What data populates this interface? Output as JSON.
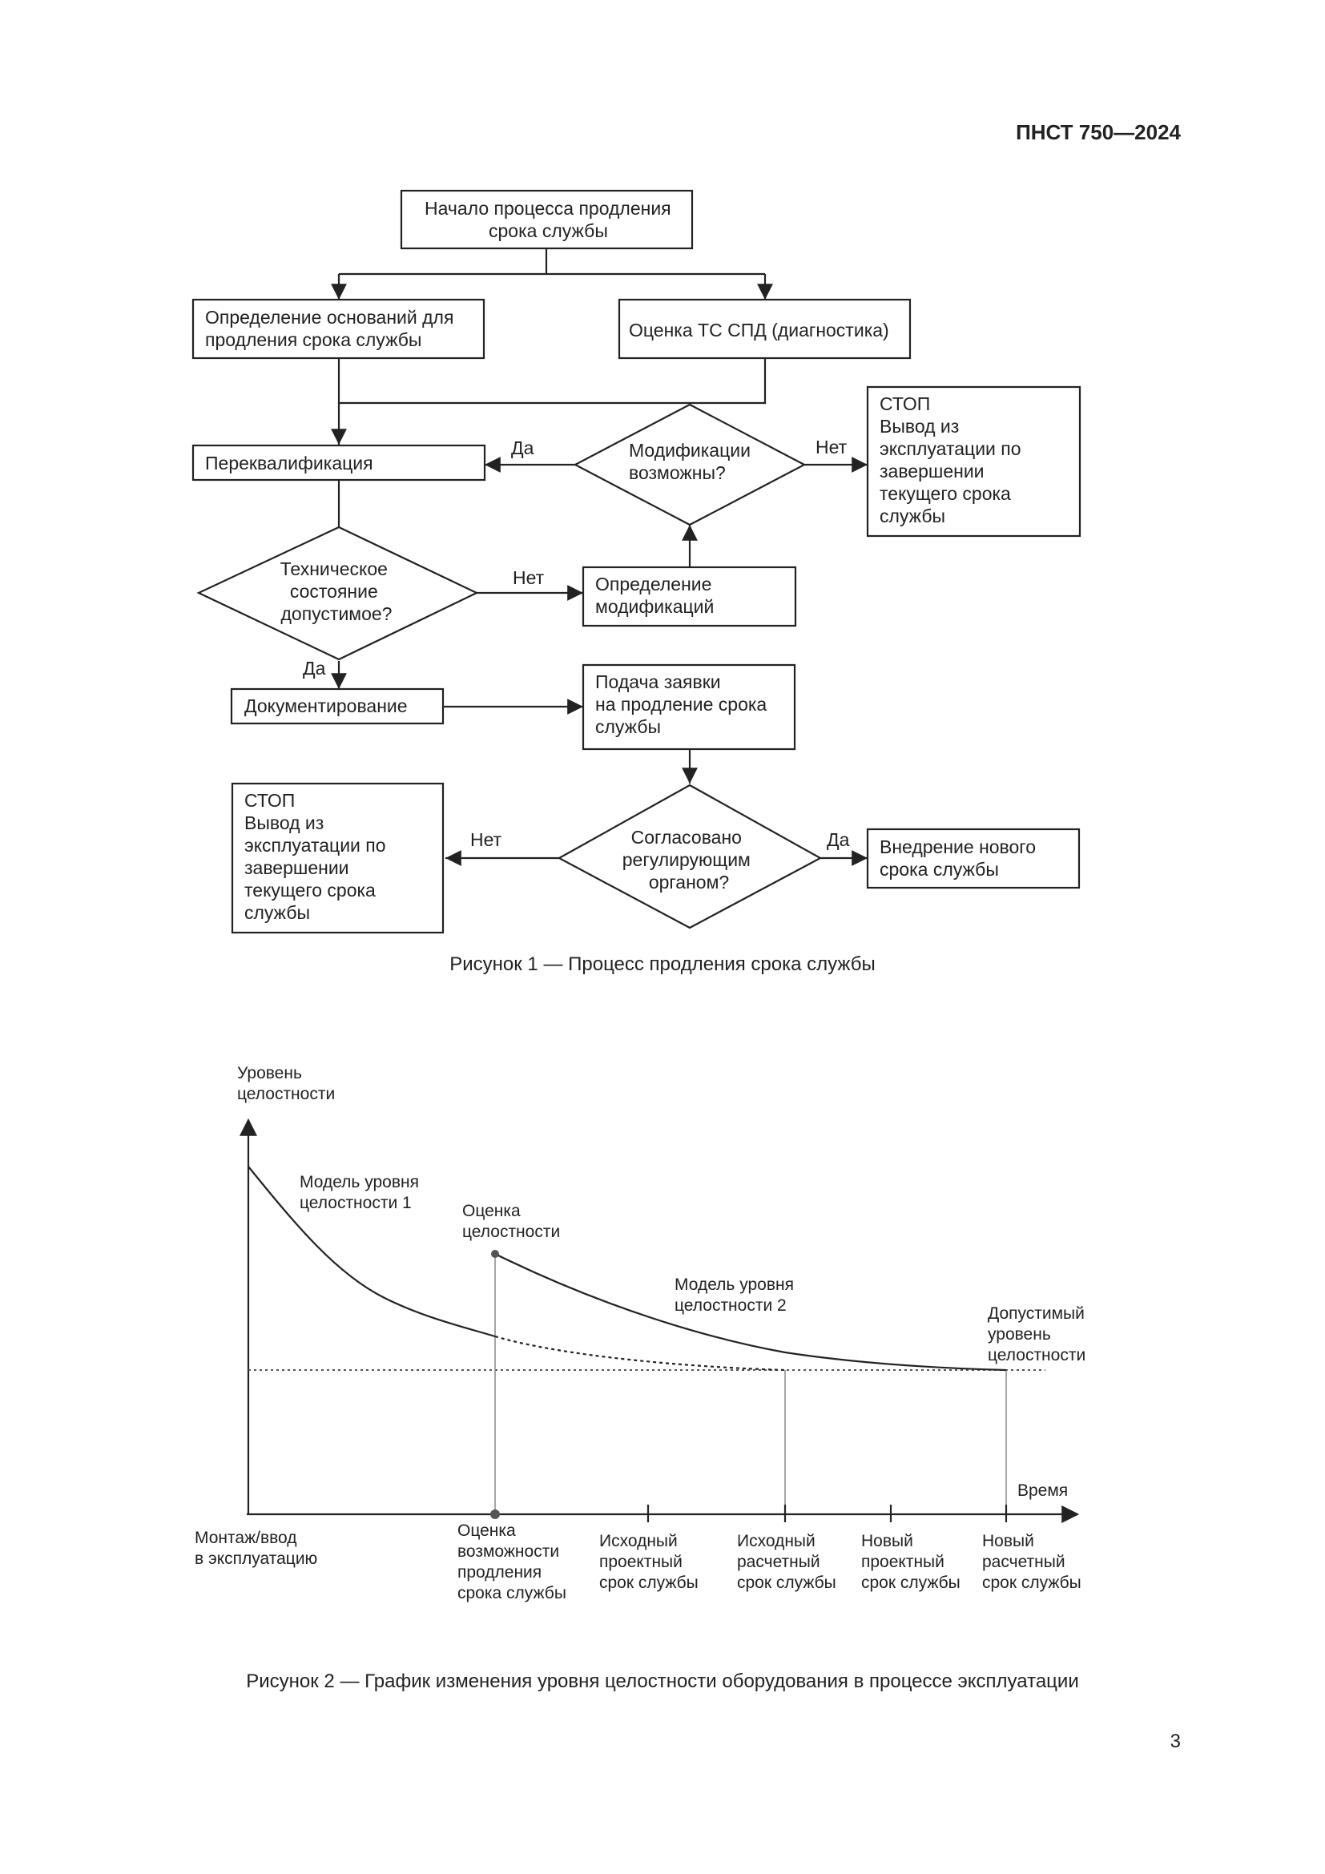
{
  "header": {
    "doc_id": "ПНСТ 750—2024"
  },
  "flowchart": {
    "start": [
      "Начало процесса продления",
      "срока службы"
    ],
    "grounds": [
      "Определение оснований для",
      "продления срока службы"
    ],
    "assess": "Оценка ТС СПД (диагностика)",
    "requal": "Переквалификация",
    "mods_q": [
      "Модификации",
      "возможны?"
    ],
    "stop1": [
      "СТОП",
      "Вывод из",
      "эксплуатации по",
      "завершении",
      "текущего срока",
      "службы"
    ],
    "tech_q": [
      "Техническое",
      "состояние",
      "допустимое?"
    ],
    "mod_def": [
      "Определение",
      "модификаций"
    ],
    "docs": "Документирование",
    "apply": [
      "Подача заявки",
      "на продление срока",
      "службы"
    ],
    "stop2": [
      "СТОП",
      "Вывод из",
      "эксплуатации по",
      "завершении",
      "текущего срока",
      "службы"
    ],
    "agreed_q": [
      "Согласовано",
      "регулирующим",
      "органом?"
    ],
    "new_life": [
      "Внедрение нового",
      "срока службы"
    ],
    "yes": "Да",
    "no": "Нет"
  },
  "figure1_caption": "Рисунок 1 — Процесс продления срока службы",
  "chart_data": {
    "type": "line",
    "ylabel": [
      "Уровень",
      "целостности"
    ],
    "xlabel": "Время",
    "annotations": {
      "model1": [
        "Модель уровня",
        "целостности 1"
      ],
      "assessment": [
        "Оценка",
        "целостности"
      ],
      "model2": [
        "Модель уровня",
        "целостности 2"
      ],
      "acceptable": [
        "Допустимый",
        "уровень",
        "целостности"
      ]
    },
    "x_ticks": [
      [
        "Монтаж/ввод",
        "в эксплуатацию"
      ],
      [
        "Оценка",
        "возможности",
        "продления",
        "срока службы"
      ],
      [
        "Исходный",
        "проектный",
        "срок службы"
      ],
      [
        "Исходный",
        "расчетный",
        "срок службы"
      ],
      [
        "Новый",
        "проектный",
        "срок службы"
      ],
      [
        "Новый",
        "расчетный",
        "срок службы"
      ]
    ]
  },
  "figure2_caption": "Рисунок 2 — График изменения уровня целостности оборудования в процессе эксплуатации",
  "page_number": "3"
}
